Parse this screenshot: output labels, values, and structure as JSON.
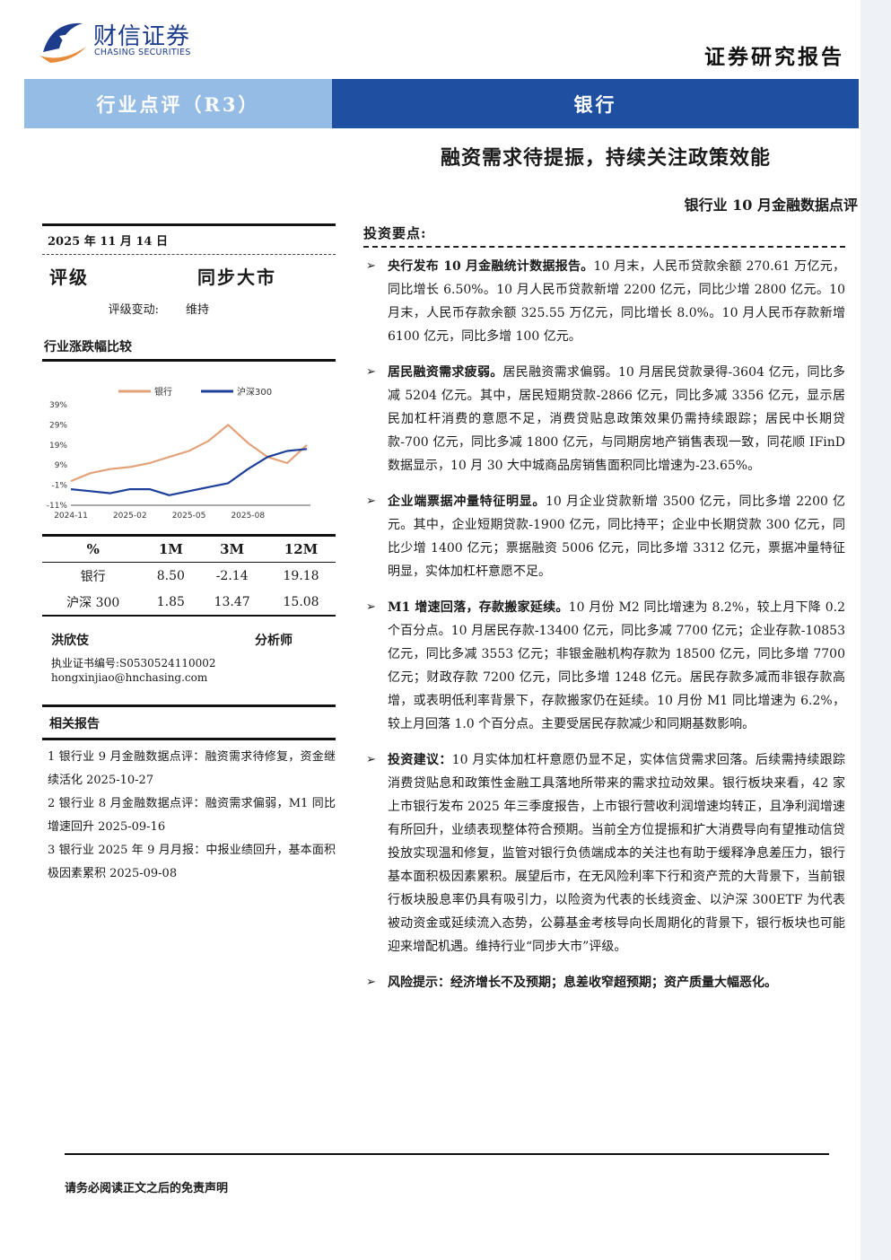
{
  "header": {
    "logo_cn": "财信证券",
    "logo_en": "CHASING SECURITIES",
    "report_kind": "证券研究报告",
    "category": "行业点评（R3）",
    "industry": "银行",
    "title": "融资需求待提振，持续关注政策效能",
    "subtitle": "银行业 10 月金融数据点评",
    "brand_color": "#1e4fa0",
    "band_light_color": "#95bce4"
  },
  "left": {
    "date": "2025 年 11 月 14 日",
    "rating_label": "评级",
    "rating_value": "同步大市",
    "rating_change_label": "评级变动:",
    "rating_change_value": "维持",
    "chart_heading": "行业涨跌幅比较",
    "table": {
      "headers": [
        "%",
        "1M",
        "3M",
        "12M"
      ],
      "rows": [
        [
          "银行",
          "8.50",
          "-2.14",
          "19.18"
        ],
        [
          "沪深 300",
          "1.85",
          "13.47",
          "15.08"
        ]
      ]
    },
    "analyst_name": "洪欣伎",
    "analyst_title": "分析师",
    "analyst_cert": "执业证书编号:S0530524110002",
    "analyst_email": "hongxinjiao@hnchasing.com",
    "related_heading": "相关报告",
    "related": [
      "1 银行业 9 月金融数据点评：融资需求待修复，资金继续活化 2025-10-27",
      "2 银行业 8 月金融数据点评：融资需求偏弱，M1 同比增速回升 2025-09-16",
      "3 银行业 2025 年 9 月月报：中报业绩回升，基本面积极因素累积 2025-09-08"
    ]
  },
  "chart_data": {
    "type": "line",
    "title": "",
    "xlabel": "",
    "ylabel": "",
    "ylim": [
      -11,
      39
    ],
    "yticks": [
      "39%",
      "29%",
      "19%",
      "9%",
      "-1%",
      "-11%"
    ],
    "xticks": [
      "2024-11",
      "2025-02",
      "2025-05",
      "2025-08"
    ],
    "legend_placement": "top",
    "x": [
      "2024-11",
      "2024-12",
      "2025-01",
      "2025-02",
      "2025-03",
      "2025-04",
      "2025-05",
      "2025-06",
      "2025-07",
      "2025-08",
      "2025-09",
      "2025-10",
      "2025-11"
    ],
    "series": [
      {
        "name": "银行",
        "color": "#e2a27a",
        "values": [
          1,
          5,
          7,
          8,
          10,
          13,
          16,
          21,
          29,
          20,
          13,
          10,
          19
        ]
      },
      {
        "name": "沪深300",
        "color": "#1d3f9a",
        "values": [
          -3,
          -4,
          -5,
          -3,
          -3,
          -6,
          -4,
          -2,
          0,
          7,
          13,
          16,
          17
        ]
      }
    ]
  },
  "right": {
    "heading": "投资要点:",
    "bullet_mark": "➢",
    "bullets": [
      {
        "lead": "央行发布 10 月金融统计数据报告。",
        "text": "10 月末，人民币贷款余额 270.61 万亿元，同比增长 6.50%。10 月人民币贷款新增 2200 亿元，同比少增 2800 亿元。10 月末，人民币存款余额 325.55 万亿元，同比增长 8.0%。10 月人民币存款新增 6100 亿元，同比多增 100 亿元。"
      },
      {
        "lead": "居民融资需求疲弱。",
        "text": "居民融资需求偏弱。10 月居民贷款录得-3604 亿元，同比多减 5204 亿元。其中，居民短期贷款-2866 亿元，同比多减 3356 亿元，显示居民加杠杆消费的意愿不足，消费贷贴息政策效果仍需持续跟踪；居民中长期贷款-700 亿元，同比多减 1800 亿元，与同期房地产销售表现一致，同花顺 IFinD 数据显示，10 月 30 大中城商品房销售面积同比增速为-23.65%。"
      },
      {
        "lead": "企业端票据冲量特征明显。",
        "text": "10 月企业贷款新增 3500 亿元，同比多增 2200 亿元。其中，企业短期贷款-1900 亿元，同比持平；企业中长期贷款 300 亿元，同比少增 1400 亿元；票据融资 5006 亿元，同比多增 3312 亿元，票据冲量特征明显，实体加杠杆意愿不足。"
      },
      {
        "lead": "M1 增速回落，存款搬家延续。",
        "text": "10 月份 M2 同比增速为 8.2%，较上月下降 0.2 个百分点。10 月居民存款-13400 亿元，同比多减 7700 亿元；企业存款-10853 亿元，同比多减 3553 亿元；非银金融机构存款为 18500 亿元，同比多增 7700 亿元；财政存款 7200 亿元，同比多增 1248 亿元。居民存款多减而非银存款高增，或表明低利率背景下，存款搬家仍在延续。10 月份 M1 同比增速为 6.2%，较上月回落 1.0 个百分点。主要受居民存款减少和同期基数影响。"
      },
      {
        "lead": "投资建议：",
        "text": "10 月实体加杠杆意愿仍显不足，实体信贷需求回落。后续需持续跟踪消费贷贴息和政策性金融工具落地所带来的需求拉动效果。银行板块来看，42 家上市银行发布 2025 年三季度报告，上市银行营收利润增速均转正，且净利润增速有所回升，业绩表现整体符合预期。当前全方位提振和扩大消费导向有望推动信贷投放实现温和修复，监管对银行负债端成本的关注也有助于缓释净息差压力，银行基本面积极因素累积。展望后市，在无风险利率下行和资产荒的大背景下，当前银行板块股息率仍具有吸引力，以险资为代表的长线资金、以沪深 300ETF 为代表被动资金或延续流入态势，公募基金考核导向长周期化的背景下，银行板块也可能迎来增配机遇。维持行业“同步大市”评级。"
      },
      {
        "lead": "风险提示：经济增长不及预期；息差收窄超预期；资产质量大幅恶化。",
        "text": ""
      }
    ]
  },
  "footer": {
    "disclaimer": "请务必阅读正文之后的免责声明"
  }
}
